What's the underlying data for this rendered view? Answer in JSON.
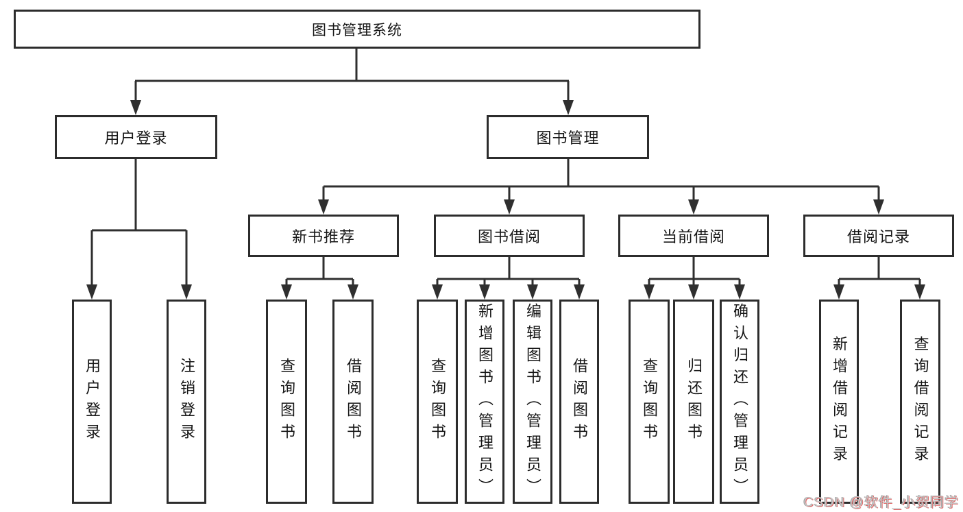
{
  "page": {
    "background": "#ffffff",
    "watermark": {
      "text": "CSDN @软件_小贺同学",
      "color": "#c4c4c4",
      "shadow_color": "#e06a6a"
    }
  },
  "diagram": {
    "type": "hierarchy-tree",
    "line_color": "#2f2f2f",
    "box_border_color": "#2c2c2c",
    "text_color": "#161616",
    "root": {
      "label": "图书管理系统"
    },
    "level1": [
      {
        "id": "user-login",
        "label": "用户登录",
        "parent": "图书管理系统"
      },
      {
        "id": "book-management",
        "label": "图书管理",
        "parent": "图书管理系统"
      }
    ],
    "level2": [
      {
        "id": "new-book-recommend",
        "label": "新书推荐",
        "parent": "图书管理"
      },
      {
        "id": "book-borrowing",
        "label": "图书借阅",
        "parent": "图书管理"
      },
      {
        "id": "current-borrowing",
        "label": "当前借阅",
        "parent": "图书管理"
      },
      {
        "id": "borrowing-records",
        "label": "借阅记录",
        "parent": "图书管理"
      }
    ],
    "leaves": [
      {
        "id": "leaf-user-login",
        "label": "用户登录",
        "parent": "用户登录"
      },
      {
        "id": "leaf-logout",
        "label": "注销登录",
        "parent": "用户登录"
      },
      {
        "id": "leaf-query-books-1",
        "label": "查询图书",
        "parent": "新书推荐"
      },
      {
        "id": "leaf-borrow-books-1",
        "label": "借阅图书",
        "parent": "新书推荐"
      },
      {
        "id": "leaf-query-books-2",
        "label": "查询图书",
        "parent": "图书借阅"
      },
      {
        "id": "leaf-add-books-admin",
        "label": "新增图书（管理员）",
        "parent": "图书借阅"
      },
      {
        "id": "leaf-edit-books-admin",
        "label": "编辑图书（管理员）",
        "parent": "图书借阅"
      },
      {
        "id": "leaf-borrow-books-2",
        "label": "借阅图书",
        "parent": "图书借阅"
      },
      {
        "id": "leaf-query-books-3",
        "label": "查询图书",
        "parent": "当前借阅"
      },
      {
        "id": "leaf-return-books",
        "label": "归还图书",
        "parent": "当前借阅"
      },
      {
        "id": "leaf-confirm-return-admin",
        "label": "确认归还（管理员）",
        "parent": "当前借阅"
      },
      {
        "id": "leaf-add-borrow-record",
        "label": "新增借阅记录",
        "parent": "借阅记录"
      },
      {
        "id": "leaf-query-borrow-record",
        "label": "查询借阅记录",
        "parent": "借阅记录"
      }
    ]
  }
}
